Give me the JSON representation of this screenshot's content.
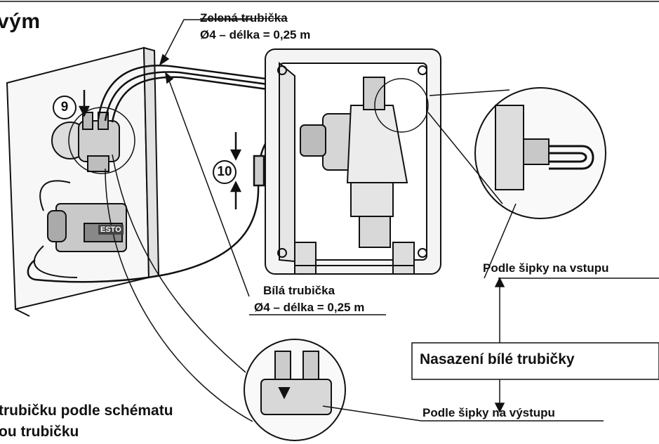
{
  "heading_fragment": "vým",
  "labels": {
    "green_tube_name": "Zelená trubička",
    "green_tube_spec": "Ø4 – délka = 0,25 m",
    "white_tube_name": "Bílá trubička",
    "white_tube_spec": "Ø4 – délka = 0,25 m",
    "arrow_input": "Podle šipky na vstupu",
    "fitting_title": "Nasazení bílé trubičky",
    "arrow_output": "Podle šipky na výstupu"
  },
  "steps": {
    "step_9": "9",
    "step_10": "10"
  },
  "bottom_text": {
    "line1": "trubičku podle schématu",
    "line2": "ou trubičku"
  },
  "logo_text": "ESTO"
}
